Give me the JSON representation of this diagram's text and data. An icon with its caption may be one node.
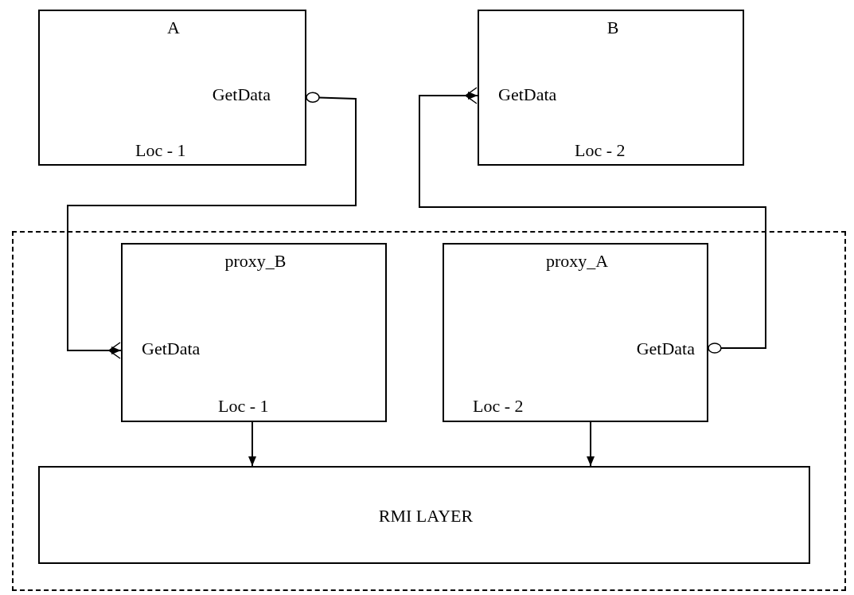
{
  "diagram": {
    "nodes": [
      {
        "text": [
          "A",
          "GetData",
          "Loc - 1"
        ]
      },
      {
        "text": [
          "B",
          "GetData",
          "Loc - 2"
        ]
      },
      {
        "text": [],
        "shape": "box"
      },
      {
        "text": [
          "proxy_B",
          "GetData",
          "Loc - 1"
        ],
        "in": 2
      },
      {
        "text": [
          "proxy_A",
          "GetData",
          "Loc - 2"
        ],
        "in": 2
      },
      {
        "text": [
          "RMI LAYER"
        ],
        "in": 2
      }
    ],
    "edges": [
      {
        "from": 0,
        "to": 3,
        "arrow": "to"
      },
      {
        "from": 4,
        "to": 1,
        "arrow": "to"
      },
      {
        "from": 3,
        "to": 5,
        "arrow": "to"
      },
      {
        "from": 4,
        "to": 5,
        "arrow": "to"
      }
    ]
  }
}
